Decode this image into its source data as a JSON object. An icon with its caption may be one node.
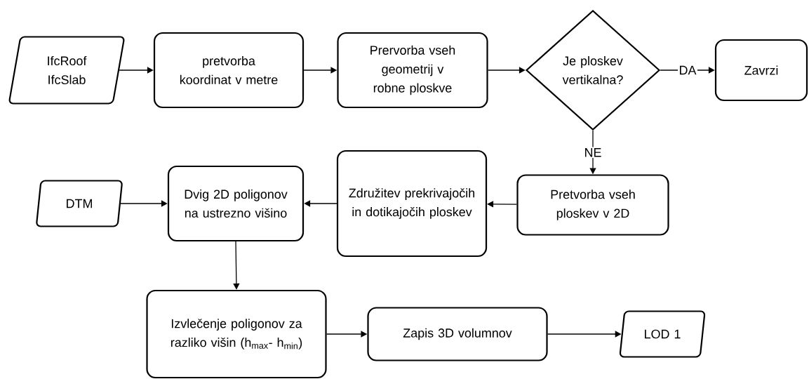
{
  "diagram": {
    "nodes": [
      {
        "text": [
          "IfcRoof IfcSlab"
        ]
      },
      {
        "text": [
          "pretvorba koordinat v metre"
        ]
      },
      {
        "text": [
          "Prervorba vseh geometrij v robne ploskve"
        ]
      },
      {
        "text": [
          "Je ploskev vertikalna?"
        ]
      },
      {
        "text": [
          "Zavrzi"
        ]
      },
      {
        "text": [
          "Pretvorba vseh ploskev v 2D"
        ]
      },
      {
        "text": [
          "Združitev prekrivajočih in dotikajočih ploskev"
        ]
      },
      {
        "text": [
          "DTM"
        ]
      },
      {
        "text": [
          "Dvig 2D poligonov na ustrezno višino"
        ]
      },
      {
        "text": [
          "Izvlečenje poligonov za razliko višin (h$_{max}$- h$_{min}$)"
        ]
      },
      {
        "text": [
          "Zapis 3D volumnov"
        ]
      },
      {
        "text": [
          "LOD 1"
        ]
      }
    ],
    "edges": [
      {
        "from": 0,
        "to": 1,
        "arrow": "to"
      },
      {
        "from": 1,
        "to": 2,
        "arrow": "to"
      },
      {
        "from": 2,
        "to": 3,
        "arrow": "to"
      },
      {
        "from": 3,
        "to": 4,
        "arrow": "to",
        "label": "DA"
      },
      {
        "from": 3,
        "to": 5,
        "arrow": "to",
        "label": "NE"
      },
      {
        "from": 5,
        "to": 6,
        "arrow": "to"
      },
      {
        "from": 6,
        "to": 8,
        "arrow": "to"
      },
      {
        "from": 7,
        "to": 8,
        "arrow": "to"
      },
      {
        "from": 8,
        "to": 9,
        "arrow": "to"
      },
      {
        "from": 9,
        "to": 10,
        "arrow": "to"
      },
      {
        "from": 10,
        "to": 11,
        "arrow": "to"
      }
    ]
  }
}
